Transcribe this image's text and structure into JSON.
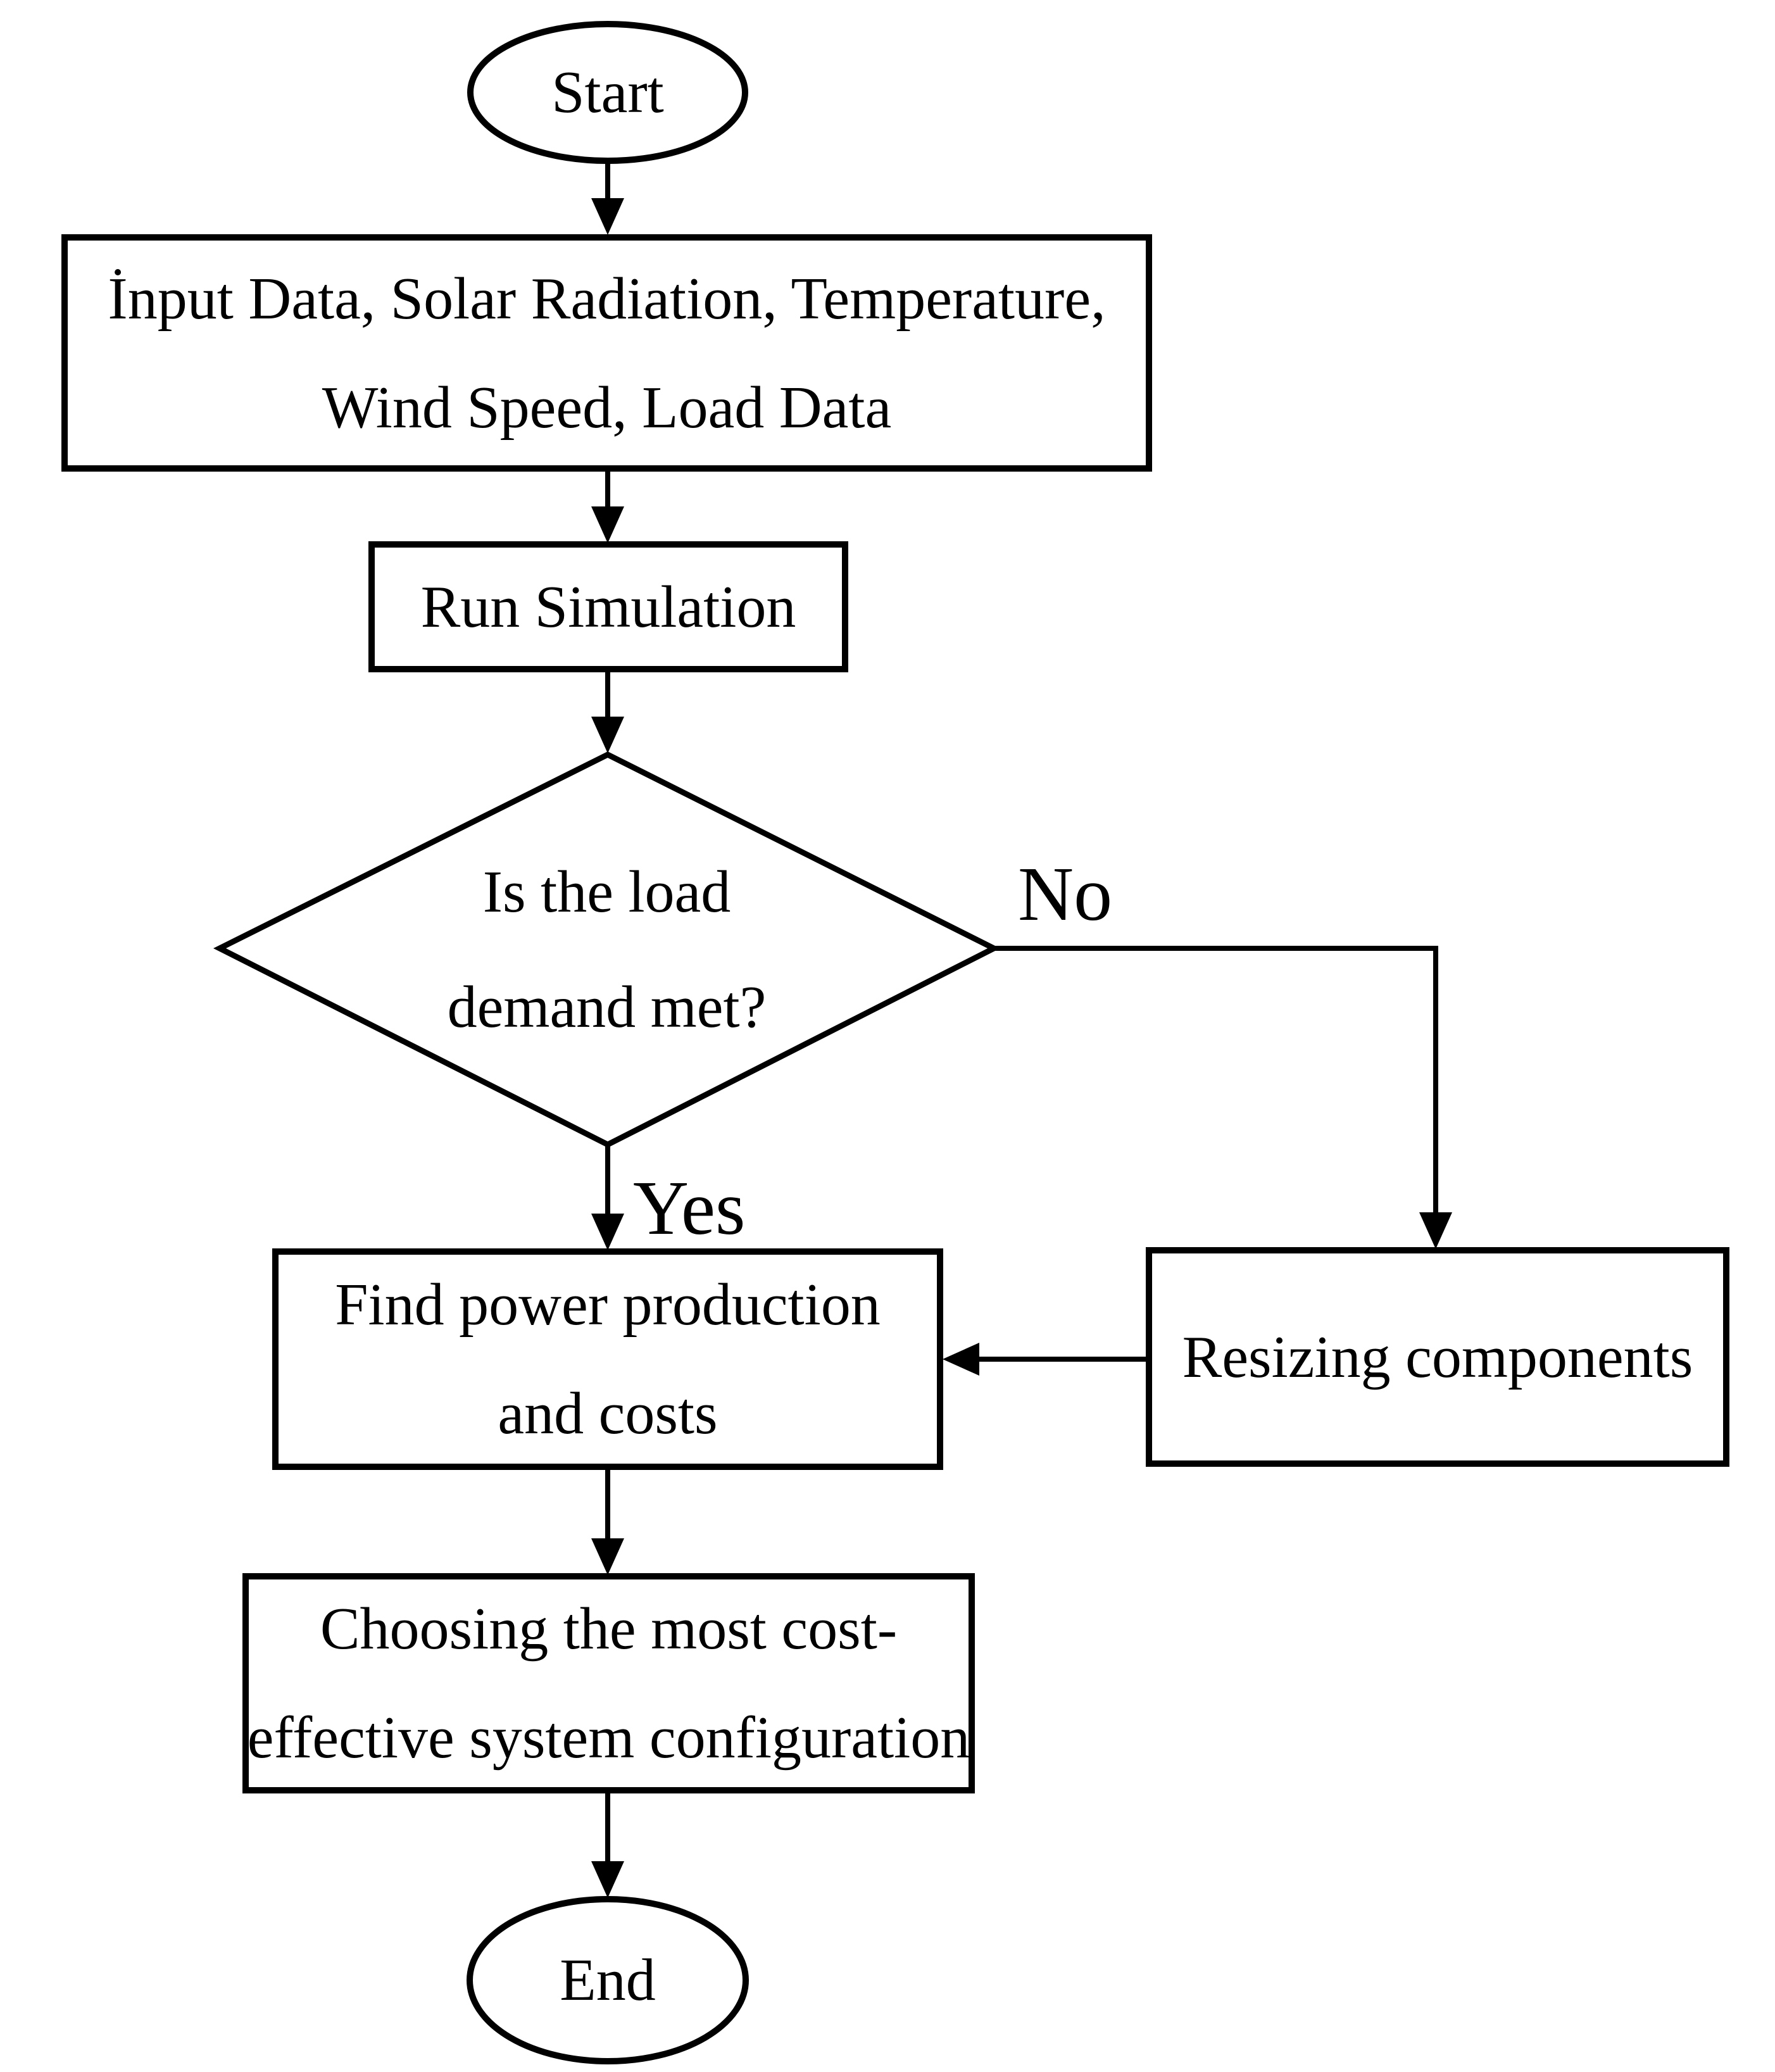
{
  "diagram": {
    "background_color": "#ffffff",
    "stroke_color": "#000000",
    "text_color": "#000000",
    "nodes": {
      "start": {
        "type": "terminator",
        "label": "Start"
      },
      "input_data": {
        "type": "process",
        "line1": "İnput Data, Solar Radiation, Temperature,",
        "line2": "Wind Speed, Load Data"
      },
      "run_simulation": {
        "type": "process",
        "label": "Run Simulation"
      },
      "load_demand_decision": {
        "type": "decision",
        "line1": "Is the load",
        "line2": "demand met?"
      },
      "find_power": {
        "type": "process",
        "line1": "Find power production",
        "line2": "and costs"
      },
      "resizing_components": {
        "type": "process",
        "label": "Resizing components"
      },
      "choose_configuration": {
        "type": "process",
        "line1": "Choosing the most cost-",
        "line2": "effective system configuration"
      },
      "end": {
        "type": "terminator",
        "label": "End"
      }
    },
    "edge_labels": {
      "yes": "Yes",
      "no": "No"
    }
  }
}
